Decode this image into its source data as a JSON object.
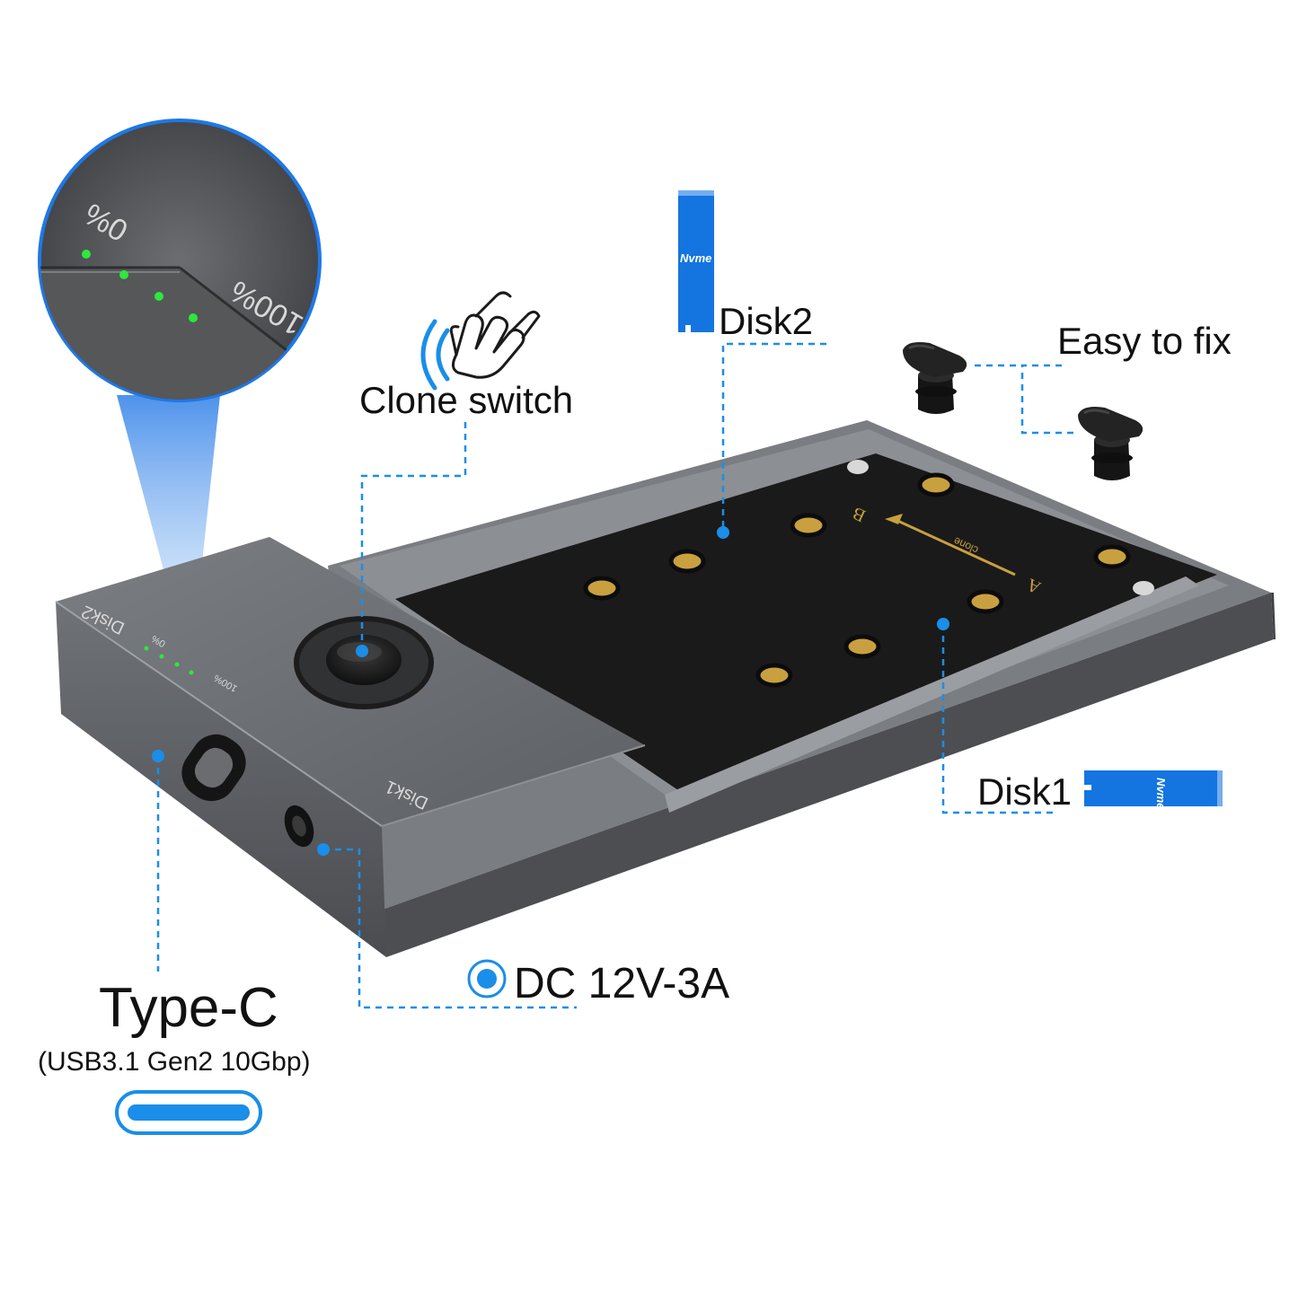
{
  "callouts": {
    "clone_switch": "Clone switch",
    "disk2": "Disk2",
    "easy_to_fix": "Easy to fix",
    "disk1": "Disk1",
    "type_c": "Type-C",
    "type_c_spec": "(USB3.1 Gen2 10Gbp)",
    "dc_power": "DC 12V-3A"
  },
  "ssd_label": "Nvme",
  "zoom": {
    "led_start": "0%",
    "led_end": "100%"
  },
  "device": {
    "disk2_mark": "Disk2",
    "disk1_mark": "Disk1",
    "led_start": "0%",
    "led_end": "100%",
    "bay_direction": "clone",
    "bay_from": "A",
    "bay_to": "B"
  },
  "colors": {
    "accent_blue": "#1a8ee8",
    "ssd_blue": "#1475e0",
    "led_green": "#2ee83a",
    "device_gray": "#6d6f73",
    "bay_black": "#1a1a1a",
    "screw_gold": "#c8a040"
  }
}
